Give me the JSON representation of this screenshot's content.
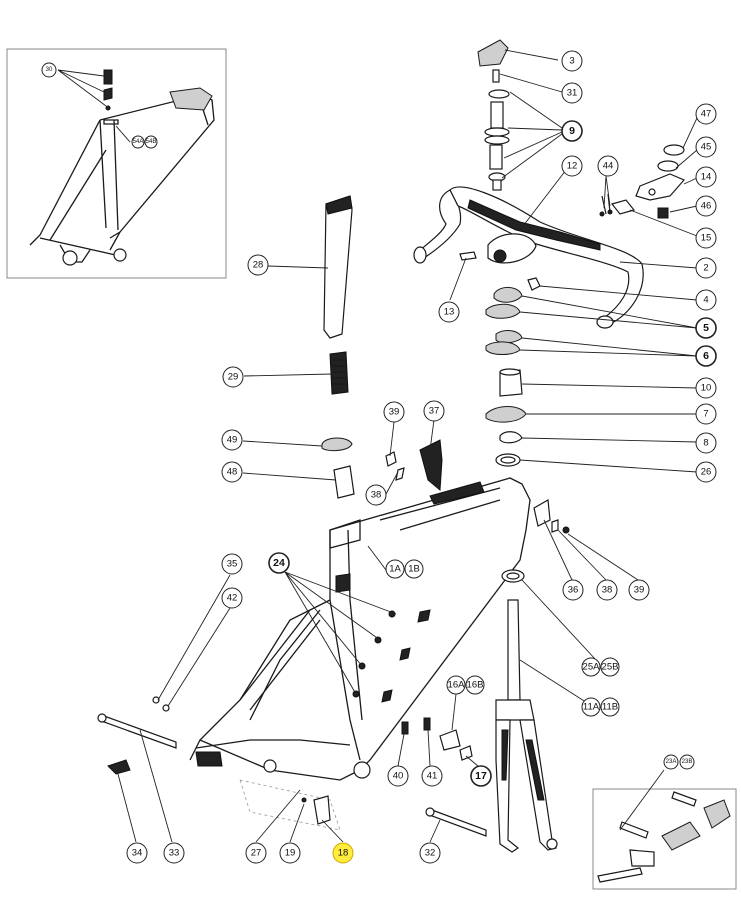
{
  "callouts": [
    {
      "id": "c3",
      "label": "3"
    },
    {
      "id": "c31",
      "label": "31"
    },
    {
      "id": "c9",
      "label": "9",
      "bold": true
    },
    {
      "id": "c12",
      "label": "12"
    },
    {
      "id": "c44",
      "label": "44"
    },
    {
      "id": "c47",
      "label": "47"
    },
    {
      "id": "c45",
      "label": "45"
    },
    {
      "id": "c14",
      "label": "14"
    },
    {
      "id": "c46",
      "label": "46"
    },
    {
      "id": "c15",
      "label": "15"
    },
    {
      "id": "c2",
      "label": "2"
    },
    {
      "id": "c13",
      "label": "13"
    },
    {
      "id": "c4",
      "label": "4"
    },
    {
      "id": "c5",
      "label": "5",
      "bold": true
    },
    {
      "id": "c6",
      "label": "6",
      "bold": true
    },
    {
      "id": "c10",
      "label": "10"
    },
    {
      "id": "c7",
      "label": "7"
    },
    {
      "id": "c8",
      "label": "8"
    },
    {
      "id": "c26",
      "label": "26"
    },
    {
      "id": "c28",
      "label": "28"
    },
    {
      "id": "c29",
      "label": "29"
    },
    {
      "id": "c39a",
      "label": "39"
    },
    {
      "id": "c37",
      "label": "37"
    },
    {
      "id": "c49",
      "label": "49"
    },
    {
      "id": "c48",
      "label": "48"
    },
    {
      "id": "c38a",
      "label": "38"
    },
    {
      "id": "c1a",
      "label": "1A"
    },
    {
      "id": "c1b",
      "label": "1B"
    },
    {
      "id": "c35",
      "label": "35"
    },
    {
      "id": "c24",
      "label": "24",
      "bold": true
    },
    {
      "id": "c42",
      "label": "42"
    },
    {
      "id": "c36",
      "label": "36"
    },
    {
      "id": "c38b",
      "label": "38"
    },
    {
      "id": "c39b",
      "label": "39"
    },
    {
      "id": "c25a",
      "label": "25A"
    },
    {
      "id": "c25b",
      "label": "25B"
    },
    {
      "id": "c16a",
      "label": "16A"
    },
    {
      "id": "c16b",
      "label": "16B"
    },
    {
      "id": "c11a",
      "label": "11A"
    },
    {
      "id": "c11b",
      "label": "11B"
    },
    {
      "id": "c40",
      "label": "40"
    },
    {
      "id": "c41",
      "label": "41"
    },
    {
      "id": "c17",
      "label": "17",
      "bold": true
    },
    {
      "id": "c34",
      "label": "34"
    },
    {
      "id": "c33",
      "label": "33"
    },
    {
      "id": "c27",
      "label": "27"
    },
    {
      "id": "c19",
      "label": "19"
    },
    {
      "id": "c18",
      "label": "18",
      "highlight": true
    },
    {
      "id": "c32",
      "label": "32"
    },
    {
      "id": "c23a",
      "label": "23A"
    },
    {
      "id": "c23b",
      "label": "23B"
    },
    {
      "id": "c30",
      "label": "30"
    },
    {
      "id": "c54a",
      "label": "54A"
    },
    {
      "id": "c54b",
      "label": "54B"
    }
  ]
}
